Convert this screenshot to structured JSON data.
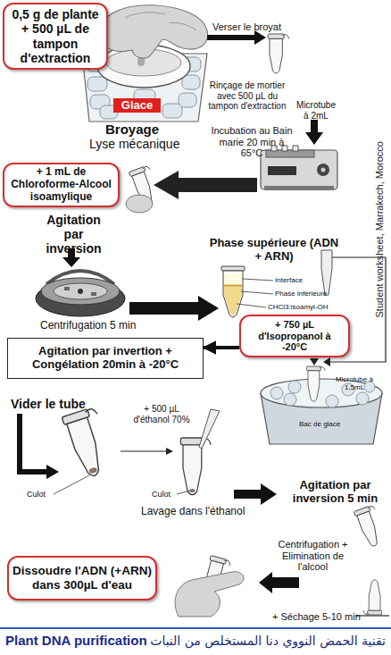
{
  "diagram": {
    "caption": "Plant DNA purification",
    "nodes": [
      {
        "text": [
          "0,5 g de plante + 500 µL de tampon d'extraction"
        ]
      },
      {
        "text": [
          "Glace"
        ]
      },
      {
        "text": [
          "+ 1 mL de Chloroforme-Alcool isoamylique"
        ]
      },
      {
        "text": [
          "+ 750 µL d'Isopropanol à -20°C"
        ]
      },
      {
        "text": [
          "Agitation par invertion + Congélation 20min à -20°C"
        ]
      },
      {
        "text": [
          "Dissoudre l'ADN (+ARN) dans 300µL d'eau"
        ]
      }
    ],
    "edges": [
      {
        "from": 3,
        "to": 4,
        "arrow": "to"
      }
    ],
    "labels": [
      "Broyage",
      "Lyse mécanique",
      "Verser le broyat",
      "Rinçage de mortier avec 500 µL du tampon d'extraction",
      "Microtube à 2mL",
      "Incubation au Bain marie 20 min à 65°C",
      "Student worksheet, Marrakech, Morocco",
      "Agitation par inversion",
      "Phase supérieure (ADN + ARN)",
      "Interface",
      "Phase inférieure",
      "CHCl3:isoamyl-OH",
      "Centrifugation 5 min",
      "Microtube à 1,5mL",
      "Bac de glace",
      "Vider le tube",
      "+ 500 µL d'éthanol 70%",
      "Culot",
      "Culot",
      "Lavage dans l'éthanol",
      "Agitation par inversion 5 min",
      "Centrifugation + Elimination de l'alcool",
      "+ Séchage 5-10 min",
      "تقنية الحمض النووي دنا المستخلص من النبات"
    ]
  }
}
